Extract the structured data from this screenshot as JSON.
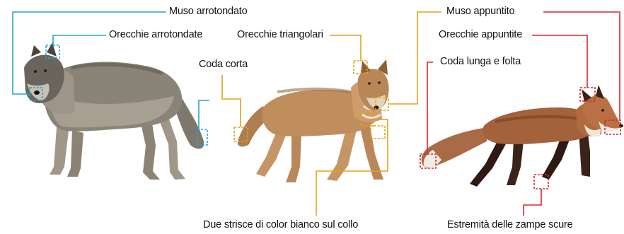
{
  "labels": {
    "wolf_snout": "Muso arrotondato",
    "wolf_ears": "Orecchie arrotondate",
    "coyote_tail": "Coda corta",
    "coyote_ears": "Orecchie triangolari",
    "coyote_neck": "Due strisce di color bianco sul collo",
    "fox_snout": "Muso appuntito",
    "fox_ears": "Orecchie appuntite",
    "fox_tail": "Coda lunga e folta",
    "fox_paws": "Estremità delle zampe scure"
  },
  "colors": {
    "wolf_lines": "#29a3d6",
    "coyote_lines": "#e0a418",
    "fox_lines": "#d9282f"
  },
  "animals": [
    "wolf-illustration",
    "coyote-illustration",
    "fox-illustration"
  ]
}
